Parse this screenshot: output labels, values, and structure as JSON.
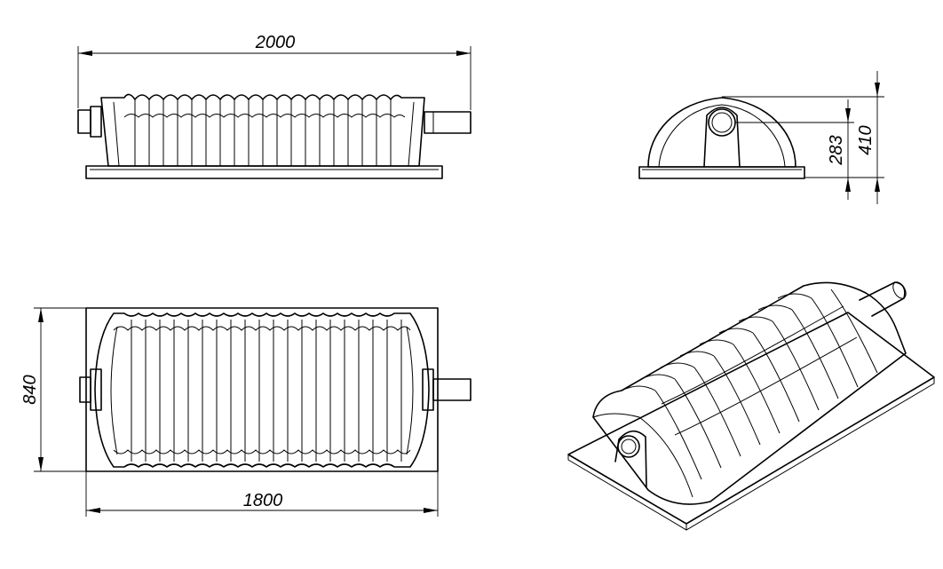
{
  "dimensions": {
    "overall_length": "2000",
    "base_length": "1800",
    "base_width": "840",
    "inlet_height": "283",
    "total_height": "410"
  },
  "views": [
    "front-elevation",
    "side-elevation",
    "plan",
    "isometric"
  ]
}
